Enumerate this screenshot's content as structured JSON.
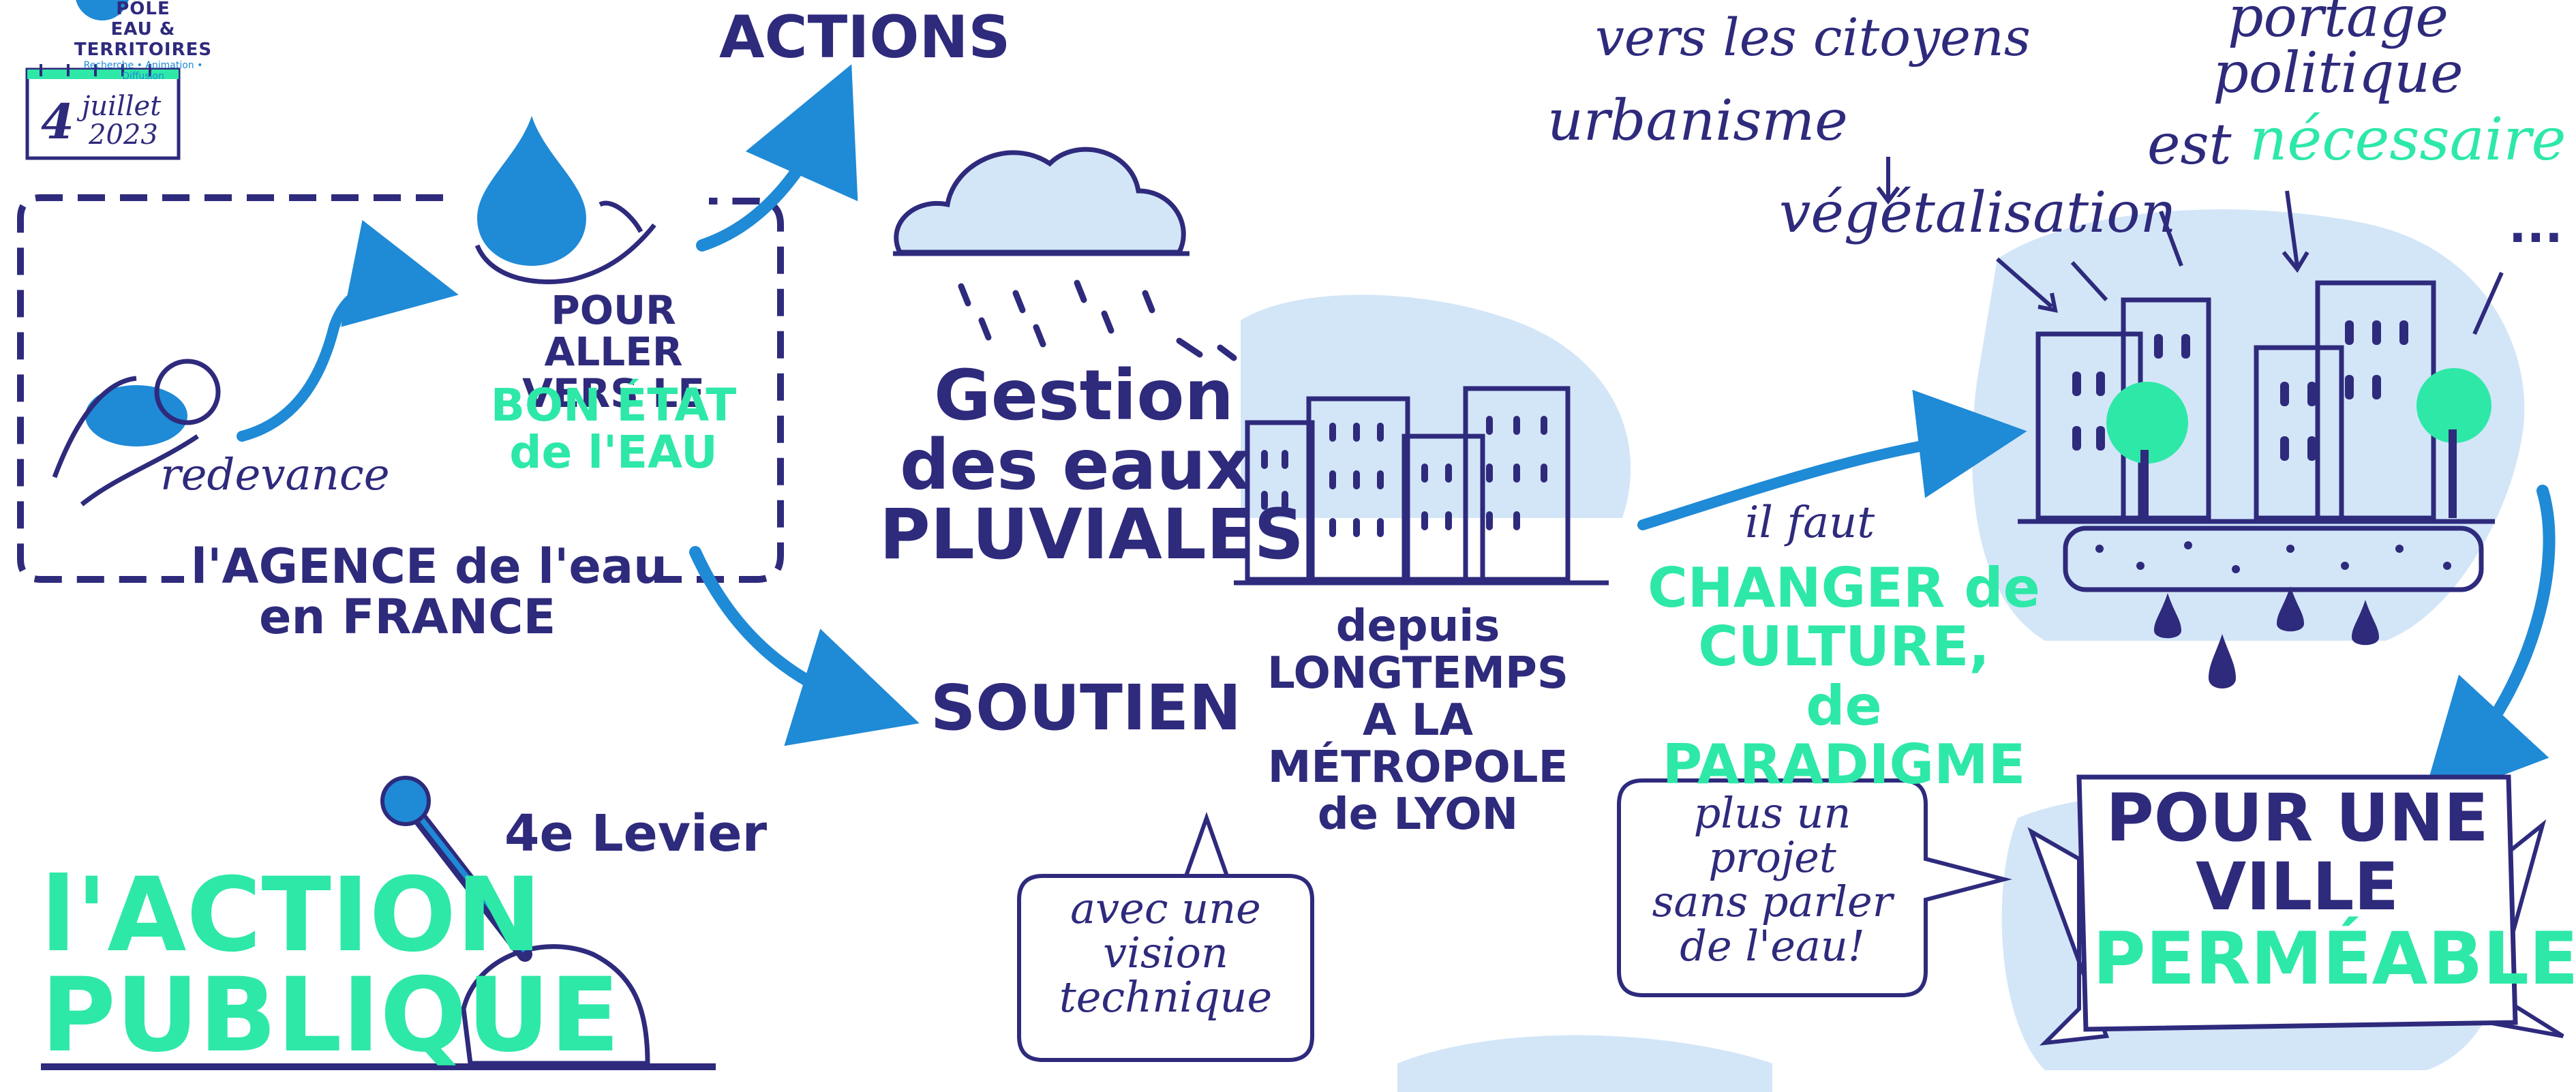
{
  "logo": {
    "line1": "PÔLE",
    "line2": "EAU & TERRITOIRES",
    "line3": "Recherche • Animation • Diffusion"
  },
  "date": {
    "day": "4",
    "month": "juillet",
    "year": "2023"
  },
  "agence": {
    "redevance": "redevance",
    "pour_aller": [
      "POUR ALLER",
      "VERS LE"
    ],
    "bon_etat": [
      "BON ÉTAT",
      "de l'EAU"
    ],
    "caption": [
      "l'AGENCE de l'eau",
      "en FRANCE"
    ]
  },
  "actions": "ACTIONS",
  "soutien": "SOUTIEN",
  "levier": {
    "label": "4e Levier",
    "title": [
      "l'ACTION",
      "PUBLIQUE"
    ]
  },
  "gestion": {
    "title": [
      "Gestion",
      "des eaux",
      "PLUVIALES"
    ],
    "depuis": [
      "depuis",
      "LONGTEMPS",
      "A LA MÉTROPOLE",
      "de LYON"
    ],
    "bubble": [
      "avec une",
      "vision",
      "technique"
    ]
  },
  "changer": {
    "il_faut": "il faut",
    "lines": [
      "CHANGER de",
      "CULTURE,",
      "de PARADIGME"
    ],
    "bubble": [
      "plus un",
      "projet",
      "sans parler",
      "de l'eau!"
    ]
  },
  "top_right": {
    "citoyens": "vers les citoyens",
    "urbanisme": "urbanisme",
    "vegetalisation": "végétalisation",
    "portage": [
      "portage",
      "politique"
    ],
    "est": "est",
    "necessaire": "nécessaire",
    "ellipsis": "..."
  },
  "banner": {
    "lines": [
      "POUR UNE",
      "VILLE"
    ],
    "green": "PERMÉABLE"
  },
  "colors": {
    "navy": "#2e2a7c",
    "blue": "#1f8ad6",
    "green": "#2ee8a8",
    "light_blue": "#d3e6f8"
  }
}
